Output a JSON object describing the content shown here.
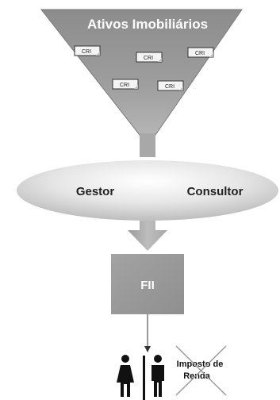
{
  "funnel": {
    "title": "Ativos Imobiliários",
    "documents": [
      "CRI",
      "CRI",
      "CRI",
      "CRI",
      "CRI"
    ]
  },
  "managers": {
    "left": "Gestor",
    "right": "Consultor"
  },
  "fund": {
    "label": "FII"
  },
  "tax": {
    "line1": "Imposto de",
    "line2": "Renda",
    "crossed_out": true
  },
  "icons": [
    "woman-icon",
    "man-icon"
  ]
}
